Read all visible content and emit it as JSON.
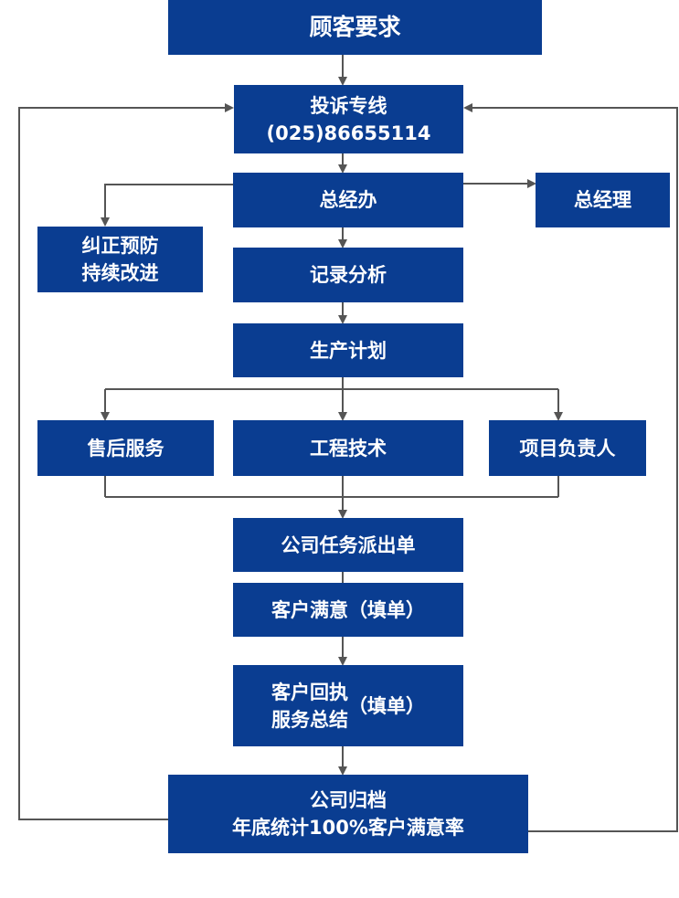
{
  "nodes": {
    "customer_request": "顾客要求",
    "complaint_hotline": {
      "line1": "投诉专线",
      "line2": "(025)86655114"
    },
    "general_office": "总经办",
    "general_manager": "总经理",
    "corrective_action": {
      "line1": "纠正预防",
      "line2": "持续改进"
    },
    "record_analysis": "记录分析",
    "production_plan": "生产计划",
    "after_sales": "售后服务",
    "engineering": "工程技术",
    "project_lead": "项目负责人",
    "dispatch_order": "公司任务派出单",
    "customer_satisfaction": "客户满意（填单）",
    "customer_receipt": {
      "line1": "客户回执",
      "line2": "服务总结",
      "suffix": "（填单）"
    },
    "archive": {
      "line1": "公司归档",
      "line2": "年底统计100%客户满意率"
    }
  },
  "colors": {
    "box_fill": "#0a3d91",
    "box_text": "#ffffff",
    "connector": "#555555"
  }
}
